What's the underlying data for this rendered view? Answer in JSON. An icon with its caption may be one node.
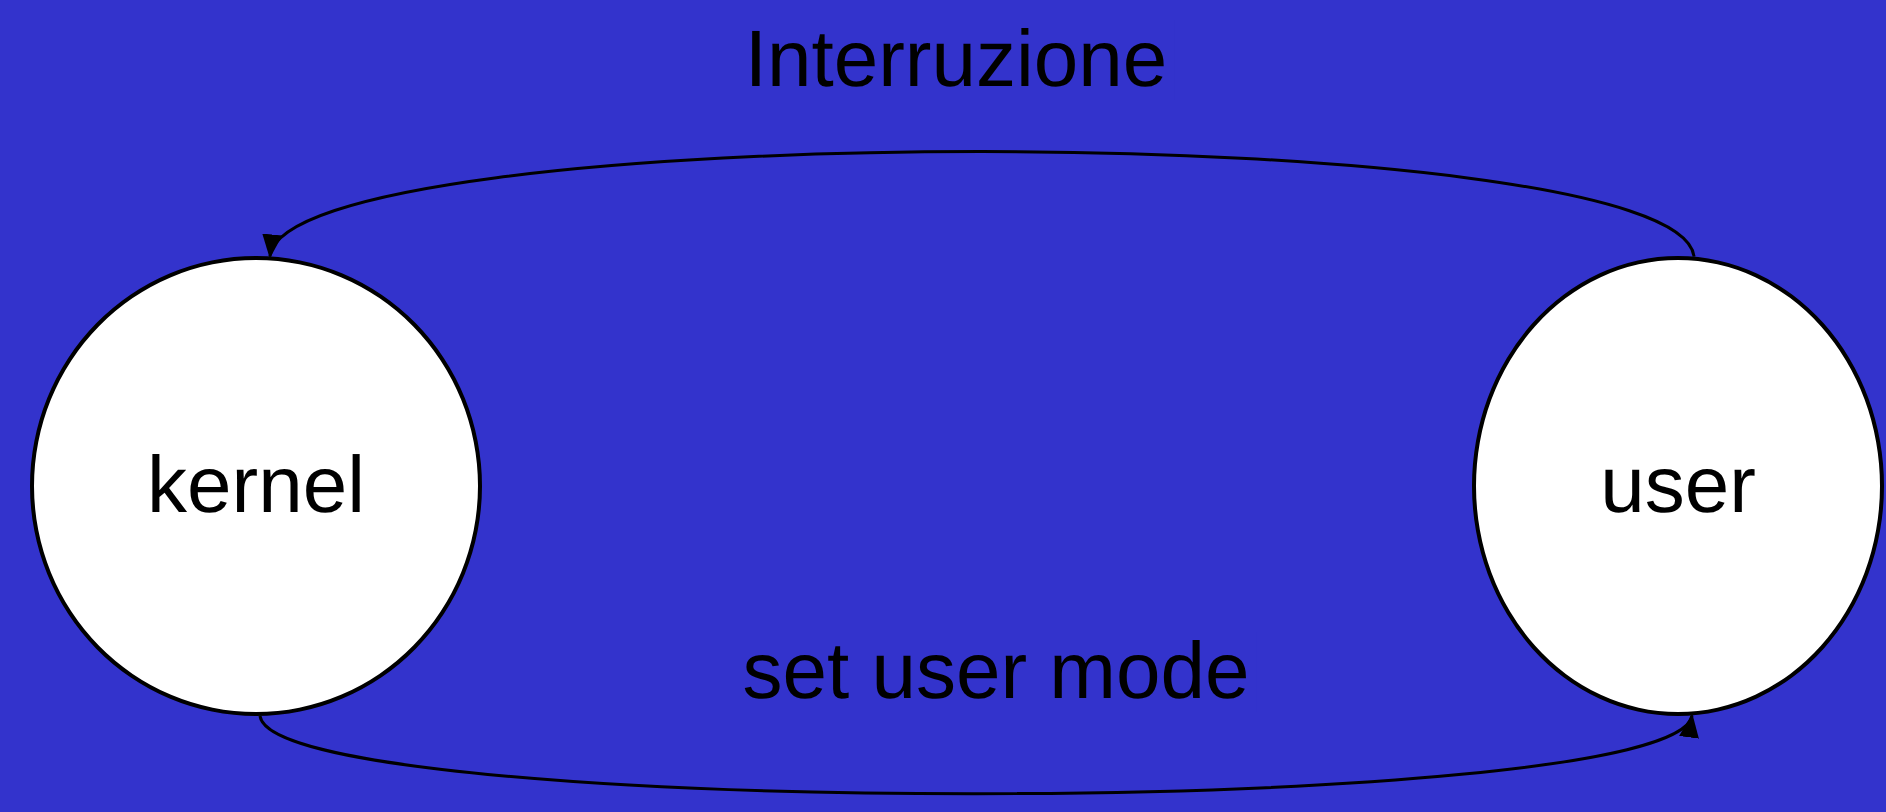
{
  "diagram": {
    "nodes": [
      {
        "text": [
          "kernel"
        ]
      },
      {
        "text": [
          "user"
        ]
      }
    ],
    "edges": [
      {
        "from": 1,
        "to": 0,
        "arrow": "to",
        "label": "Interruzione"
      },
      {
        "from": 0,
        "to": 1,
        "arrow": "to",
        "label": "set user mode"
      }
    ]
  }
}
